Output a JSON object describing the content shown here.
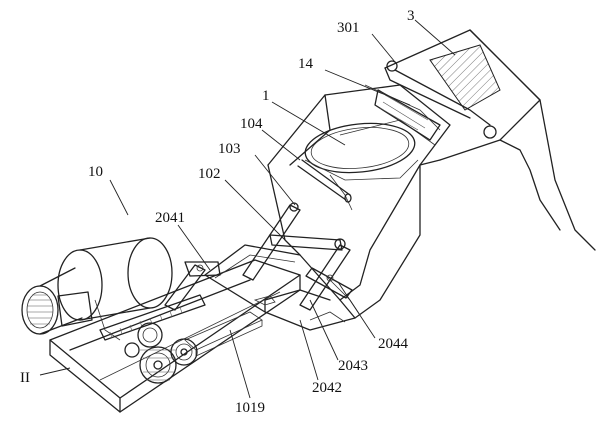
{
  "labels": {
    "l_3": "3",
    "l_301": "301",
    "l_14": "14",
    "l_1": "1",
    "l_104": "104",
    "l_103": "103",
    "l_102": "102",
    "l_10": "10",
    "l_2041": "2041",
    "l_II": "II",
    "l_1019": "1019",
    "l_2042": "2042",
    "l_2043": "2043",
    "l_2044": "2044"
  }
}
